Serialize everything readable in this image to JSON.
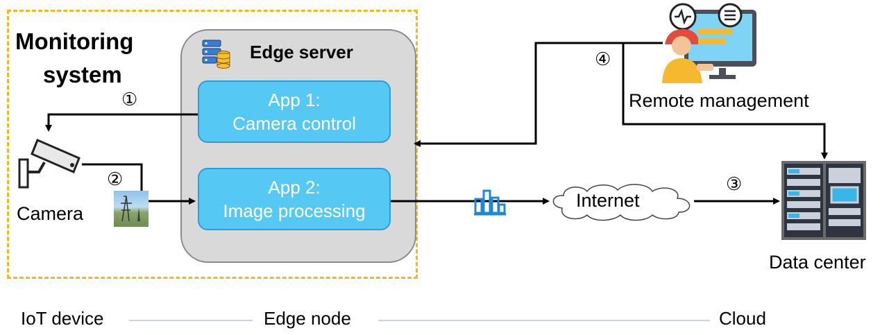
{
  "monitoring_title_line1": "Monitoring",
  "monitoring_title_line2": "system",
  "edge_server_title": "Edge server",
  "app1": {
    "line1": "App 1:",
    "line2": "Camera control"
  },
  "app2": {
    "line1": "App 2:",
    "line2": "Image processing"
  },
  "camera_label": "Camera",
  "remote_label": "Remote management",
  "datacenter_label": "Data center",
  "internet_label": "Internet",
  "steps": {
    "s1": "①",
    "s2": "②",
    "s3": "③",
    "s4": "④"
  },
  "bottom": {
    "iot": "IoT device",
    "edge": "Edge node",
    "cloud": "Cloud"
  },
  "colors": {
    "dashed_border": "#f2b818",
    "app_fill": "#55c9f4",
    "edge_fill": "#d9d9d9",
    "bar_icon": "#1e88d8"
  }
}
